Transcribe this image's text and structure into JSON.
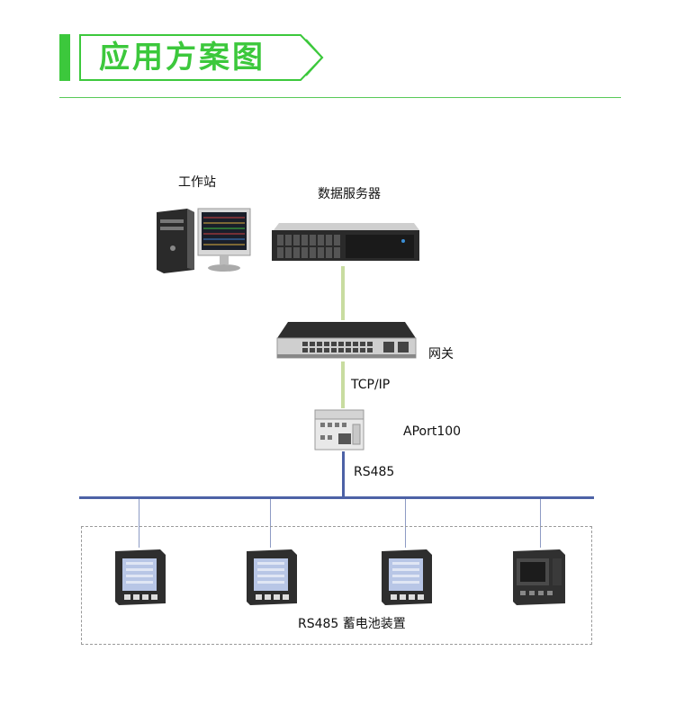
{
  "header": {
    "title": "应用方案图",
    "accent_color": "#3cc83c"
  },
  "nodes": {
    "workstation": "工作站",
    "data_server": "数据服务器",
    "gateway": "网关",
    "tcp_ip": "TCP/IP",
    "aport": "APort100",
    "rs485": "RS485",
    "devices": "RS485  蓄电池装置"
  },
  "colors": {
    "bus": "#4d62a6",
    "link": "#c8dca0"
  }
}
